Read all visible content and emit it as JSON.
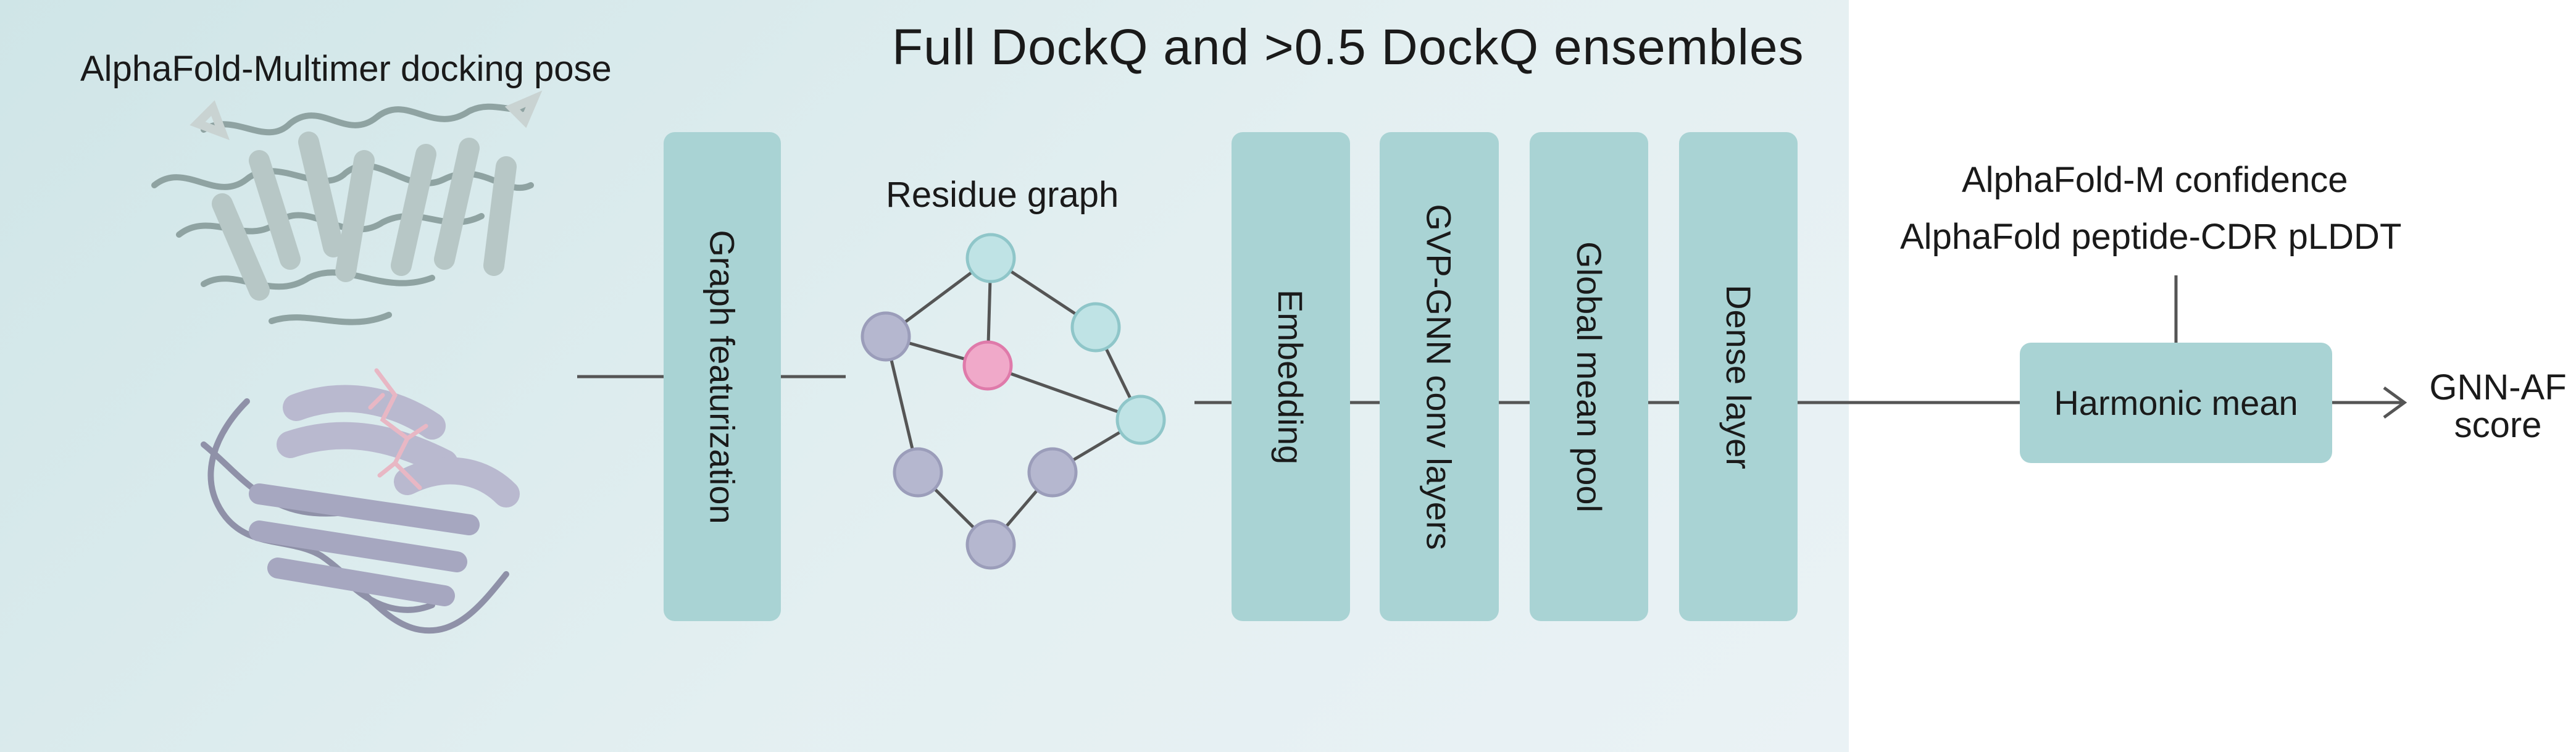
{
  "title": "Full DockQ and >0.5 DockQ ensembles",
  "pose_label": "AlphaFold-Multimer docking pose",
  "graph_label": "Residue graph",
  "blocks": {
    "featurization": "Graph featurization",
    "embedding": "Embedding",
    "gvp": "GVP-GNN conv layers",
    "pool": "Global mean pool",
    "dense": "Dense layer"
  },
  "confidence": {
    "line1": "AlphaFold-M confidence",
    "line2": "AlphaFold peptide-CDR pLDDT"
  },
  "harmonic_mean": "Harmonic mean",
  "output": {
    "line1": "GNN-AF",
    "line2": "score"
  },
  "colors": {
    "panel": "#d9ebee",
    "block": "#a9d3d4",
    "node_teal": "#bfe3e5",
    "node_lavender": "#b5b7cf",
    "node_pink": "#f0a9c9",
    "protein_top": "#b7c7c6",
    "protein_bottom": "#b9b9cf",
    "ligand": "#e8b7c4"
  },
  "graph_nodes": [
    {
      "id": "n1",
      "color": "teal"
    },
    {
      "id": "n2",
      "color": "lavender"
    },
    {
      "id": "n3",
      "color": "pink"
    },
    {
      "id": "n4",
      "color": "teal"
    },
    {
      "id": "n5",
      "color": "teal"
    },
    {
      "id": "n6",
      "color": "lavender"
    },
    {
      "id": "n7",
      "color": "lavender"
    },
    {
      "id": "n8",
      "color": "lavender"
    }
  ]
}
